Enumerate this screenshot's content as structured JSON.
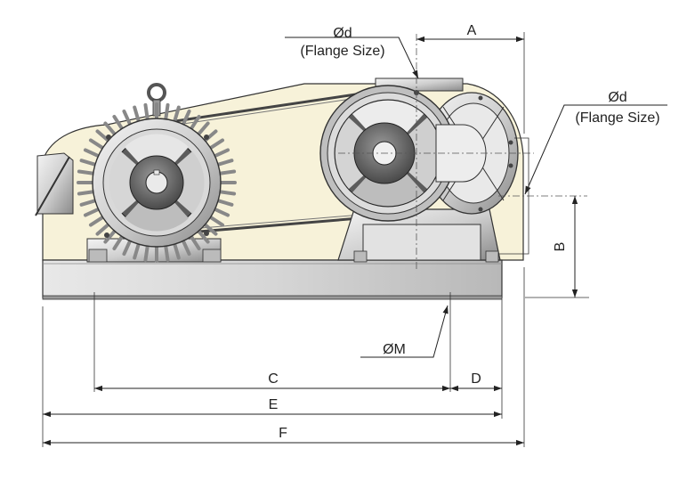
{
  "labels": {
    "flange_top_name": "Ød",
    "flange_top_note": "(Flange Size)",
    "flange_right_name": "Ød",
    "flange_right_note": "(Flange Size)",
    "dim_a": "A",
    "dim_b": "B",
    "dim_c": "C",
    "dim_d": "D",
    "dim_e": "E",
    "dim_f": "F",
    "dim_m": "ØM"
  },
  "colors": {
    "guard_fill": "#f7f2d9",
    "base_fill": "#d4d4d4",
    "metal_light": "#eeeeee",
    "metal_mid": "#bcbcbc",
    "metal_dark": "#6a6a6a",
    "line": "#222222"
  }
}
